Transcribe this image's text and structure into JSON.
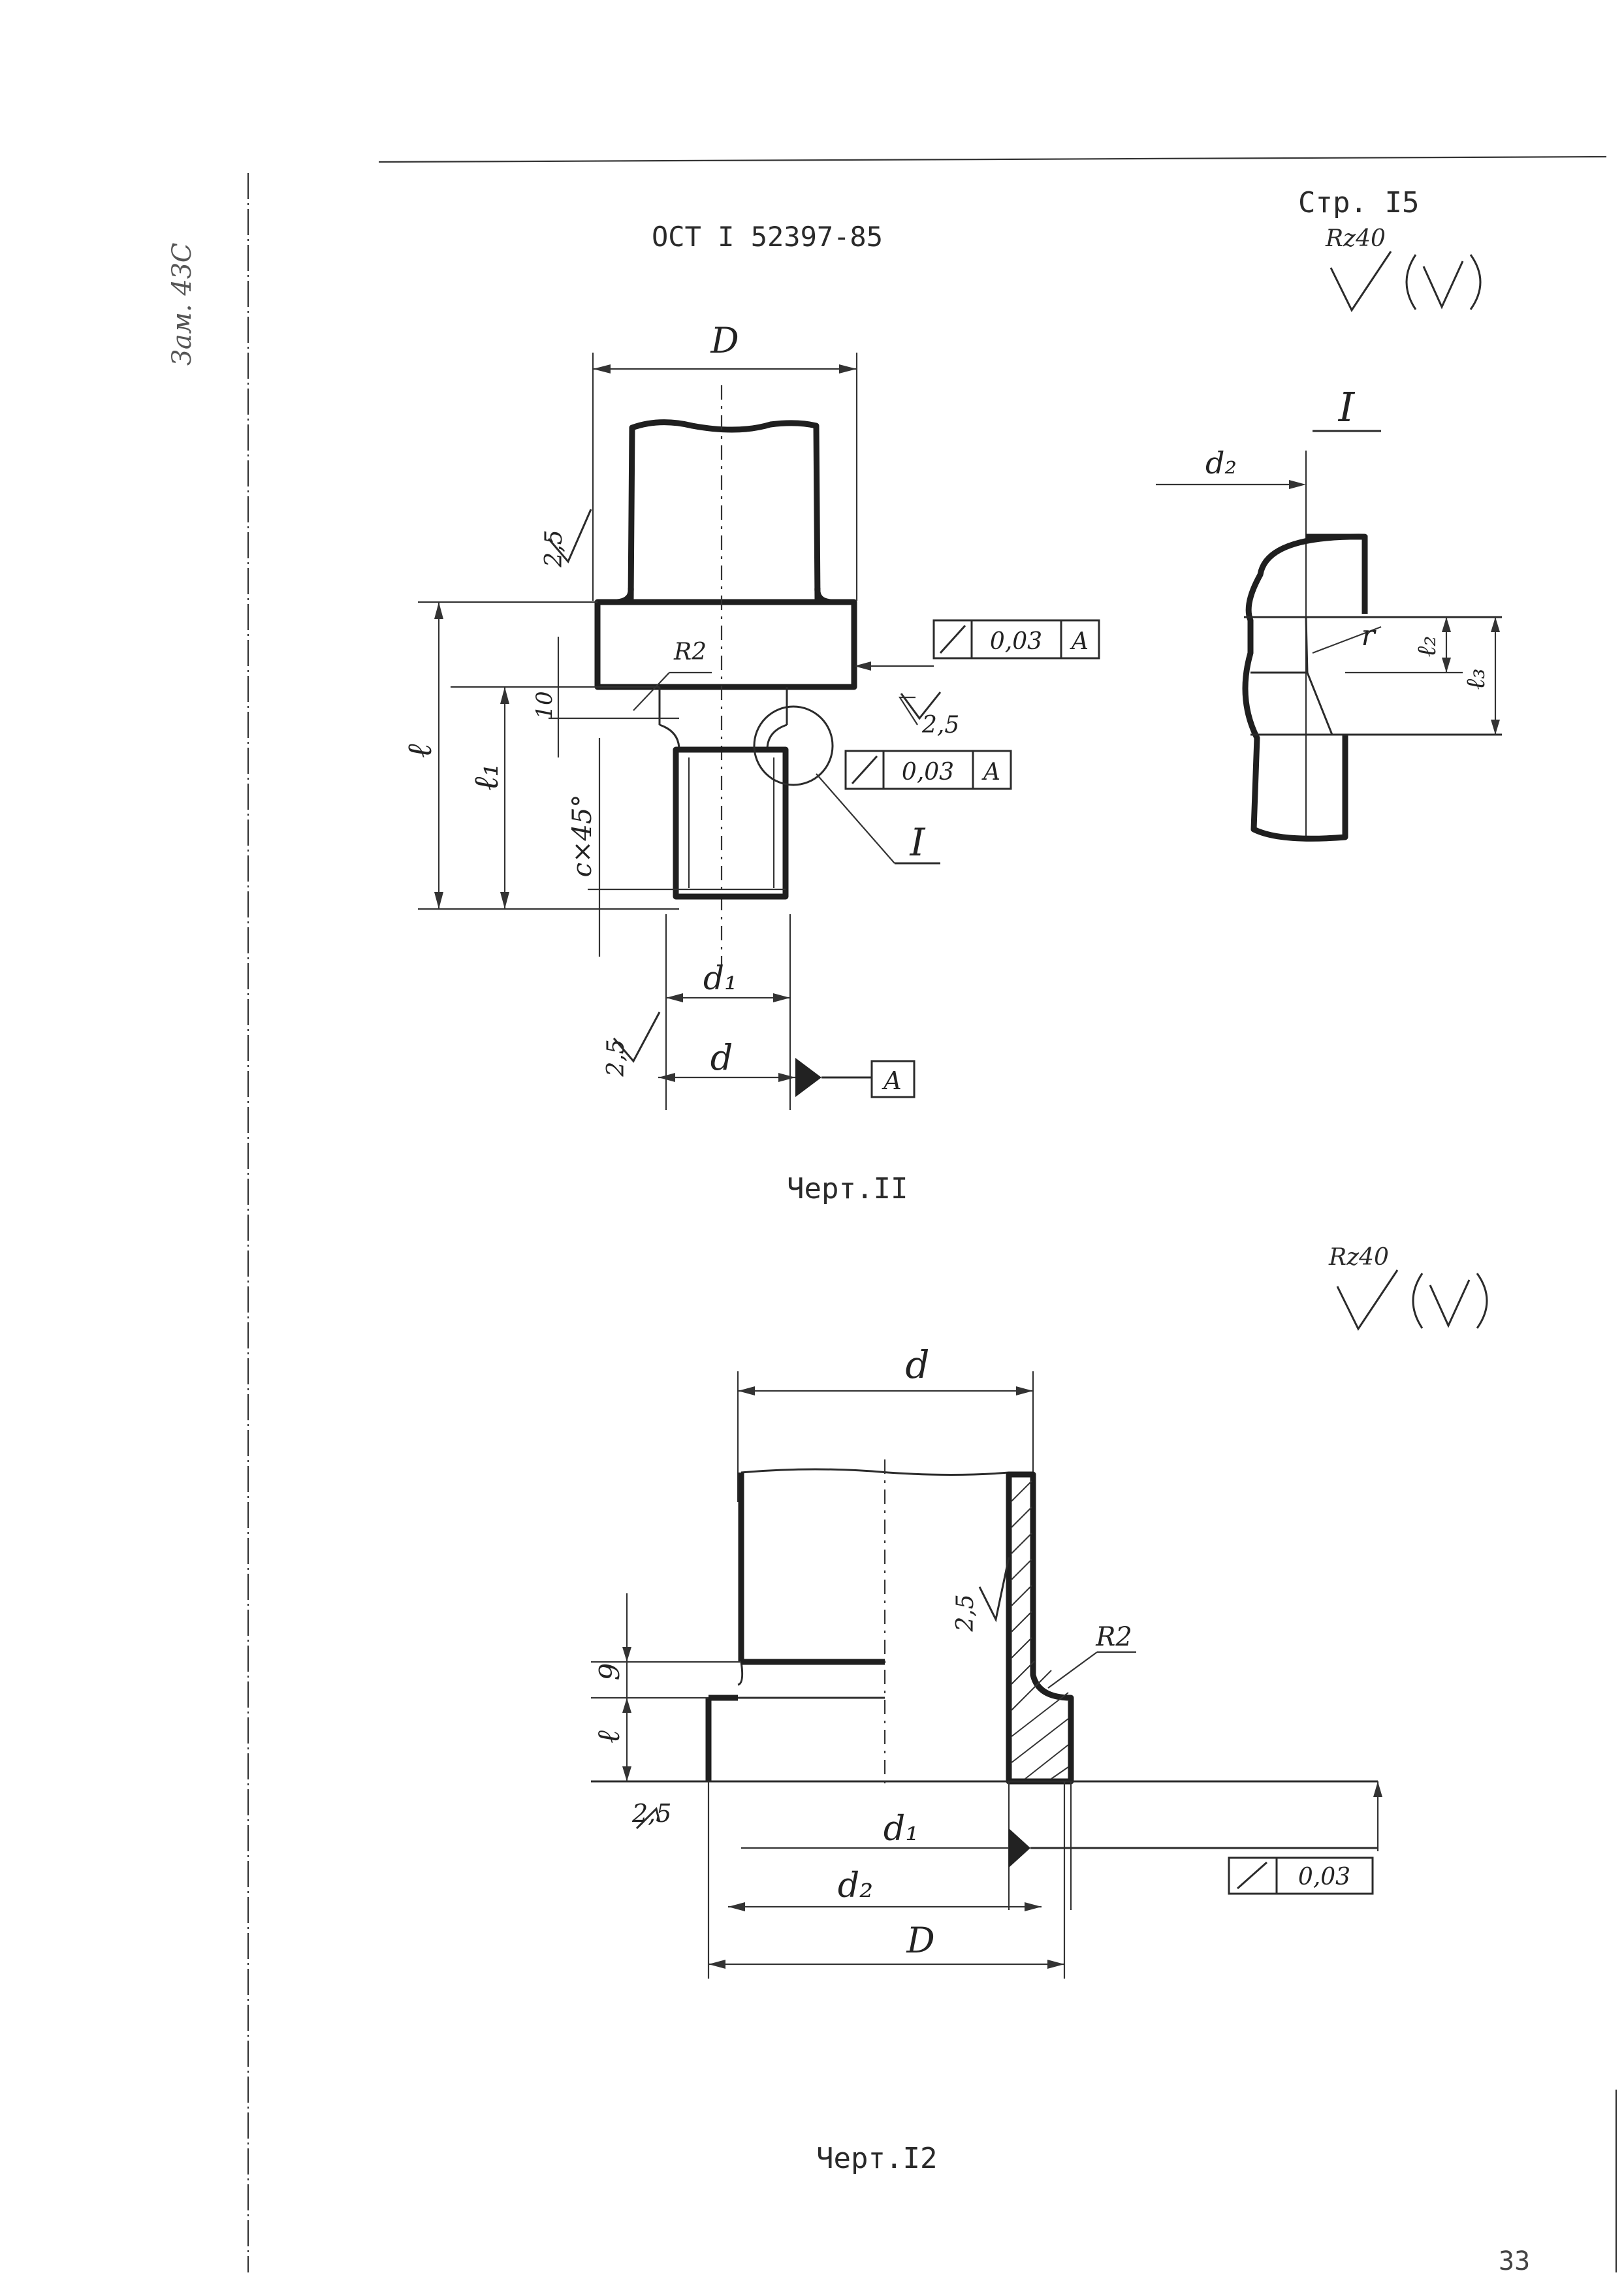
{
  "header": {
    "standard": "ОСТ I 52397-85",
    "page_label": "Стр. I5",
    "roughness_top": "Rz40",
    "side_note": "Зам. 4ЗС"
  },
  "figure11": {
    "caption": "Черт.II",
    "dims": {
      "D": "D",
      "d": "d",
      "d1": "d₁",
      "l": "ℓ",
      "l1": "ℓ₁",
      "r2": "R2",
      "v10": "10",
      "chamfer": "c×45°",
      "rough_side": "2,5",
      "rough_mid": "2,5",
      "rough_bottom": "2,5",
      "datum": "A"
    },
    "tol1": {
      "value": "0,03",
      "datum": "A"
    },
    "tol2": {
      "value": "0,03",
      "datum": "A"
    },
    "detail_callout": "I"
  },
  "detail": {
    "title": "I",
    "d2": "d₂",
    "r": "r",
    "l2": "ℓ₂",
    "l3": "ℓ₃"
  },
  "figure12": {
    "caption": "Черт.I2",
    "roughness": "Rz40",
    "dims": {
      "d": "d",
      "d1": "d₁",
      "d2": "d₂",
      "D": "D",
      "l": "ℓ",
      "g": "9",
      "r2": "R2",
      "rough_side": "2,5",
      "rough_bottom": "2,5"
    },
    "tol": {
      "value": "0,03"
    }
  },
  "footer": {
    "page_number": "33"
  }
}
